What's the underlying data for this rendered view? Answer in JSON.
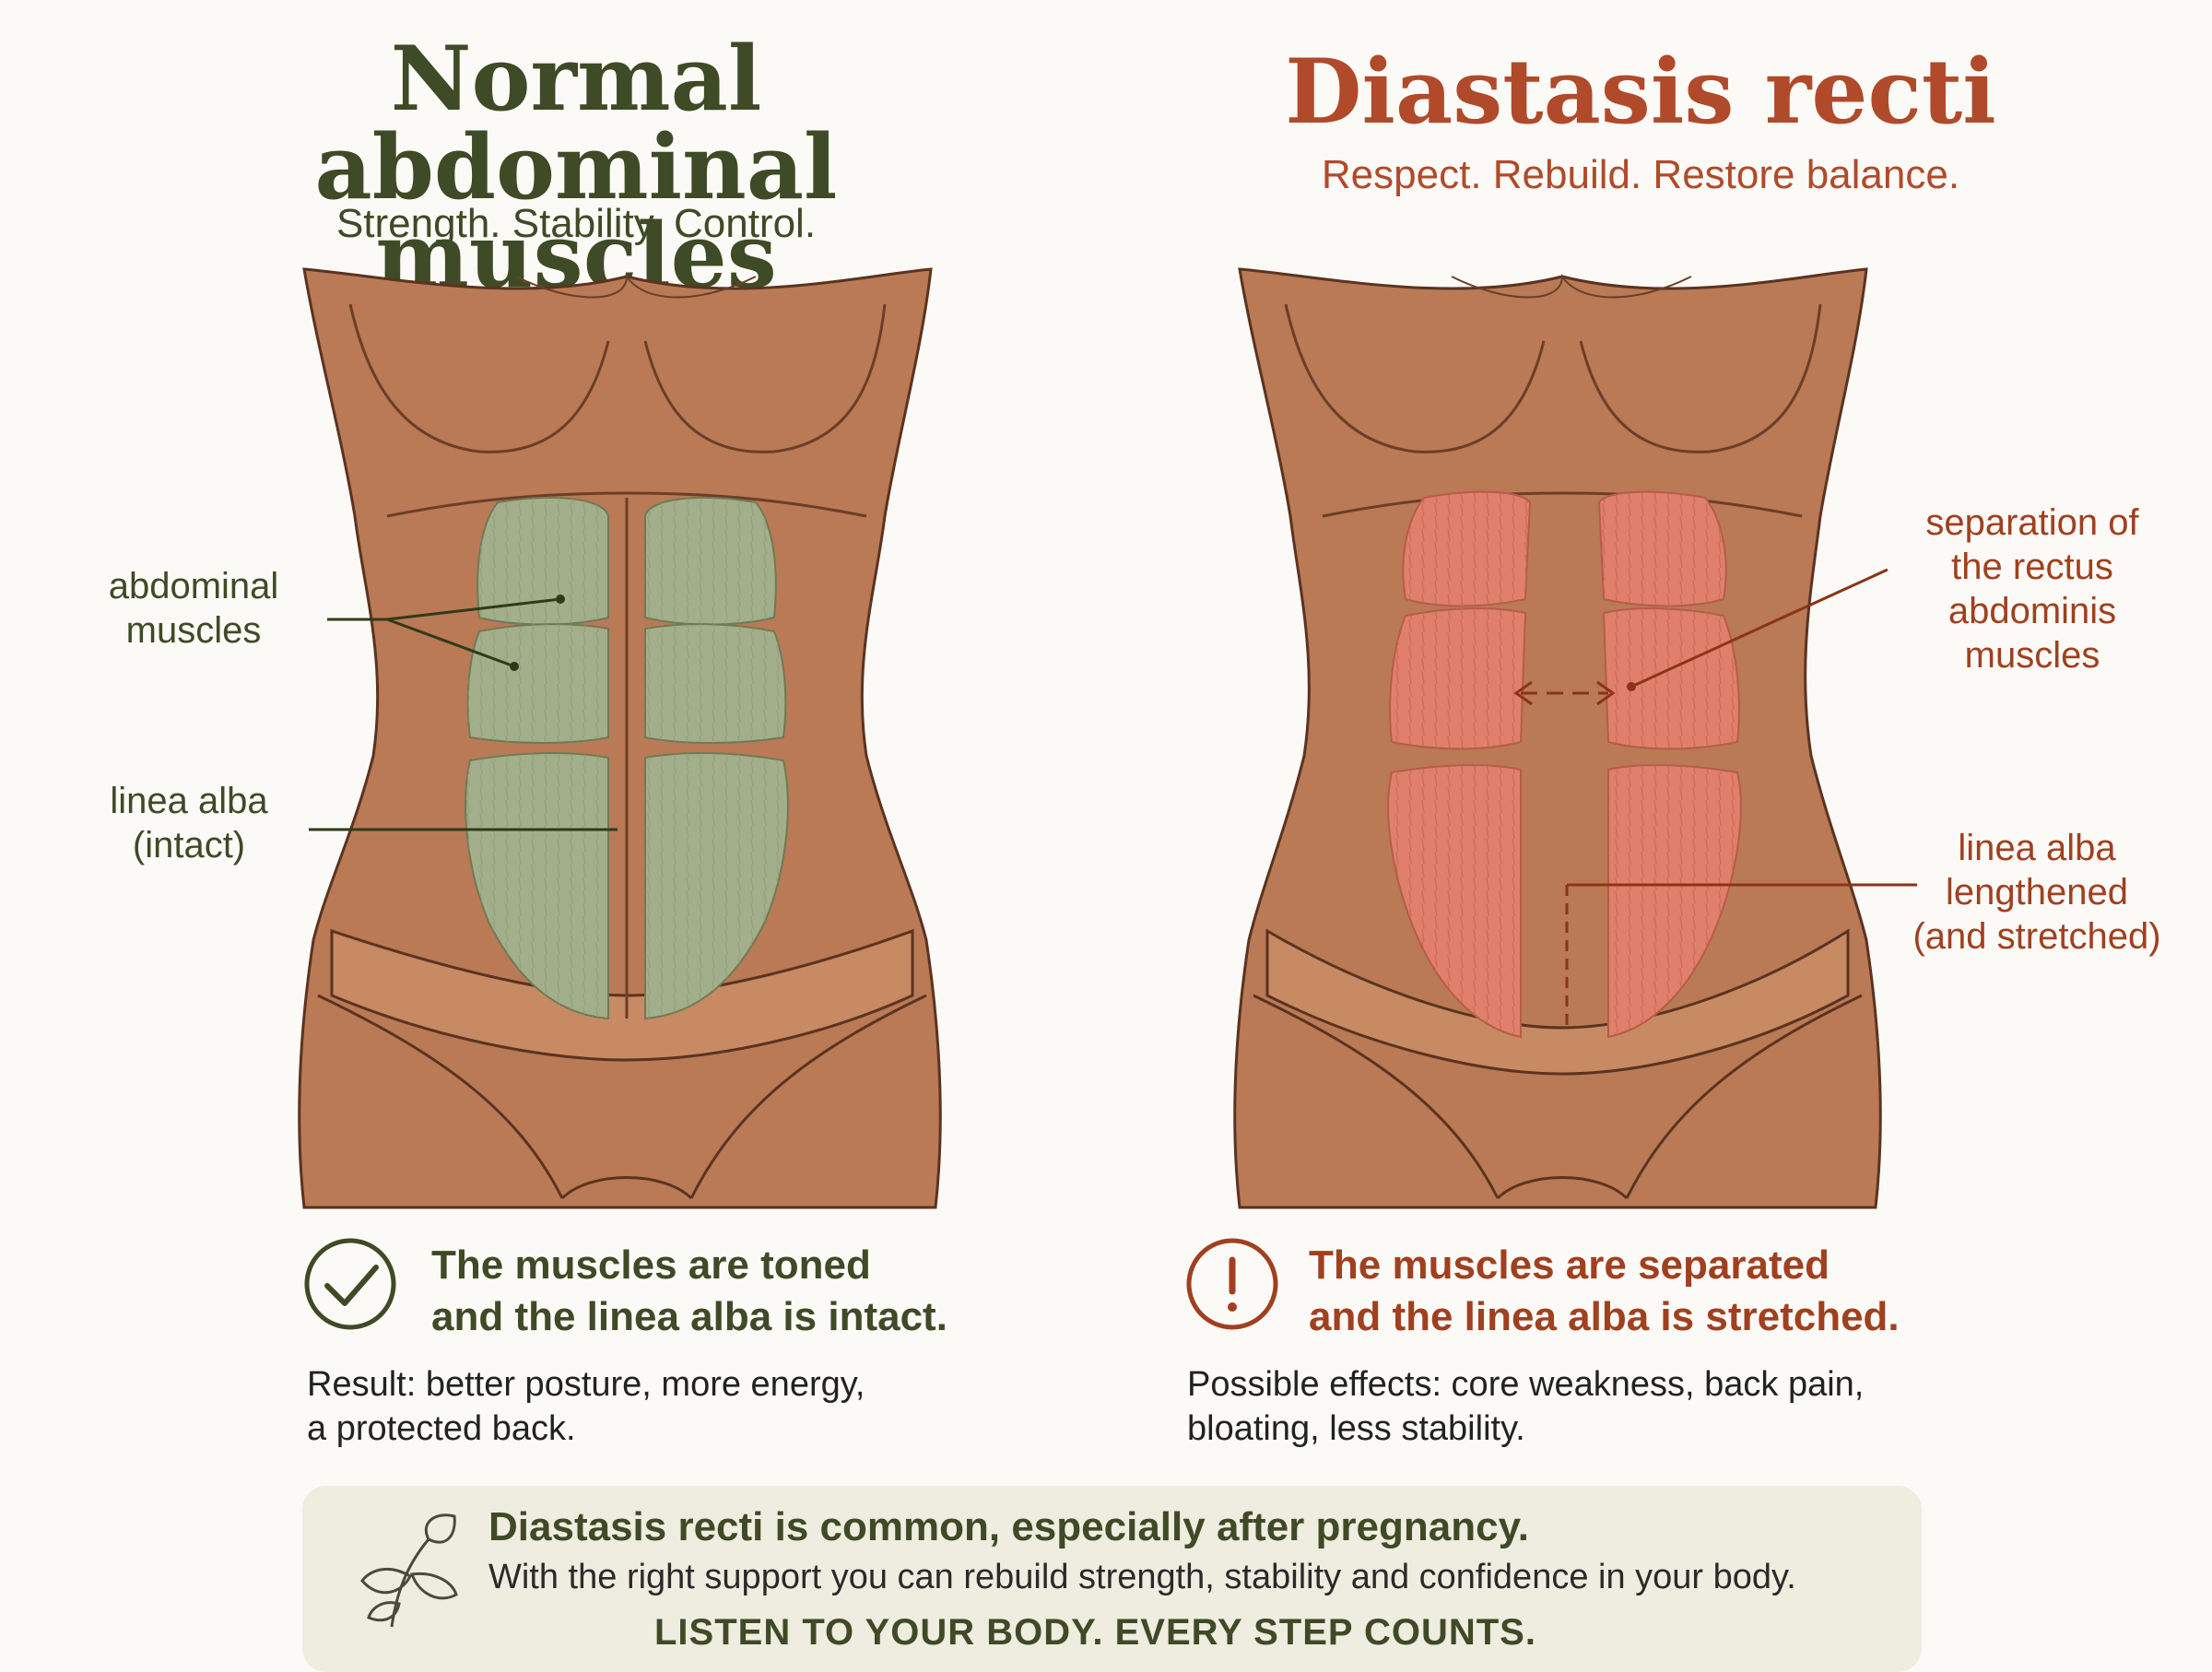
{
  "left": {
    "title_line1": "Normal abdominal",
    "title_line2": "muscles",
    "subtitle": "Strength. Stability. Control.",
    "label_muscles_line1": "abdominal",
    "label_muscles_line2": "muscles",
    "label_linea_line1": "linea alba",
    "label_linea_line2": "(intact)",
    "statement_line1": "The muscles are toned",
    "statement_line2": "and the linea alba is intact.",
    "result_line1": "Result: better posture, more energy,",
    "result_line2": "a protected back.",
    "icon": "check-circle-icon"
  },
  "right": {
    "title": "Diastasis recti",
    "subtitle": "Respect. Rebuild. Restore balance.",
    "label_separation_line1": "separation of",
    "label_separation_line2": "the rectus",
    "label_separation_line3": "abdominis",
    "label_separation_line4": "muscles",
    "label_linea_line1": "linea alba",
    "label_linea_line2": "lengthened",
    "label_linea_line3": "(and stretched)",
    "statement_line1": "The muscles are separated",
    "statement_line2": "and the linea alba is stretched.",
    "result_line1": "Possible effects: core weakness, back pain,",
    "result_line2": "bloating, less stability.",
    "icon": "exclamation-circle-icon"
  },
  "banner": {
    "line1": "Diastasis recti is common, especially after pregnancy.",
    "line2": "With the right support you can rebuild strength, stability and confidence in your body.",
    "line3": "LISTEN TO YOUR BODY. EVERY STEP COUNTS.",
    "icon": "leaf-icon"
  },
  "colors": {
    "green_text": "#3f4a26",
    "red_text": "#b04a2b",
    "skin": "#b97a55",
    "healthy_muscle": "#a3ae8a",
    "separated_muscle": "#e07f6c"
  }
}
